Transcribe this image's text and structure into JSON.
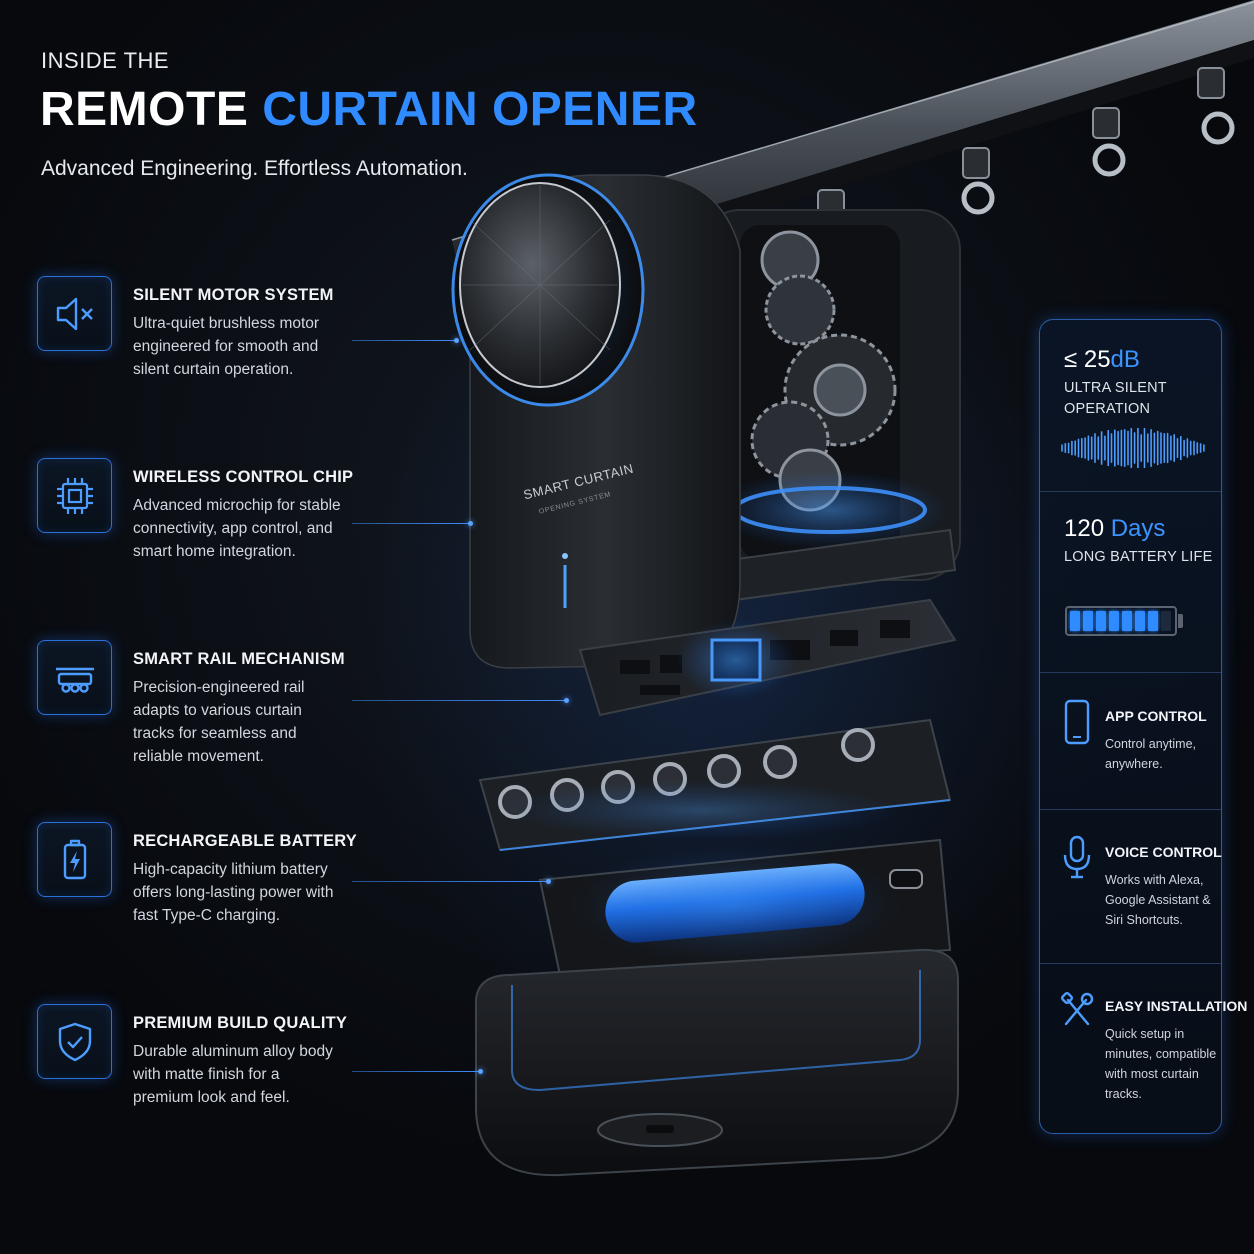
{
  "header": {
    "eyebrow": "INSIDE THE",
    "title_white": "REMOTE",
    "title_blue": "CURTAIN OPENER",
    "tagline": "Advanced Engineering. Effortless Automation."
  },
  "features": [
    {
      "icon": "speaker-mute-icon",
      "title": "SILENT MOTOR SYSTEM",
      "description": "Ultra-quiet brushless motor engineered for smooth and silent curtain operation."
    },
    {
      "icon": "chip-icon",
      "title": "WIRELESS CONTROL CHIP",
      "description": "Advanced microchip for stable connectivity, app control, and smart home integration."
    },
    {
      "icon": "rail-icon",
      "title": "SMART RAIL MECHANISM",
      "description": "Precision-engineered rail adapts to various curtain tracks for seamless and reliable movement."
    },
    {
      "icon": "battery-bolt-icon",
      "title": "RECHARGEABLE BATTERY",
      "description": "High-capacity lithium battery offers long-lasting power with fast Type-C charging."
    },
    {
      "icon": "shield-check-icon",
      "title": "PREMIUM BUILD QUALITY",
      "description": "Durable aluminum alloy body with matte finish for a premium look and feel."
    }
  ],
  "device": {
    "label": "SMART CURTAIN",
    "sublabel": "OPENING SYSTEM"
  },
  "panel": {
    "noise": {
      "prefix": "≤ 25",
      "unit": "dB",
      "caption": "ULTRA SILENT OPERATION"
    },
    "battery": {
      "value": "120",
      "unit": "Days",
      "caption": "LONG BATTERY LIFE",
      "level": 0.85
    },
    "app": {
      "icon": "smartphone-icon",
      "title": "APP CONTROL",
      "description": "Control anytime, anywhere."
    },
    "voice": {
      "icon": "microphone-icon",
      "title": "VOICE CONTROL",
      "description": "Works with Alexa, Google Assistant & Siri Shortcuts."
    },
    "install": {
      "icon": "tools-icon",
      "title": "EASY INSTALLATION",
      "description": "Quick setup in minutes, compatible with most curtain tracks."
    }
  },
  "colors": {
    "accent": "#2f8bff",
    "background": "#0a0e14",
    "panel_border": "#2a5da8"
  }
}
